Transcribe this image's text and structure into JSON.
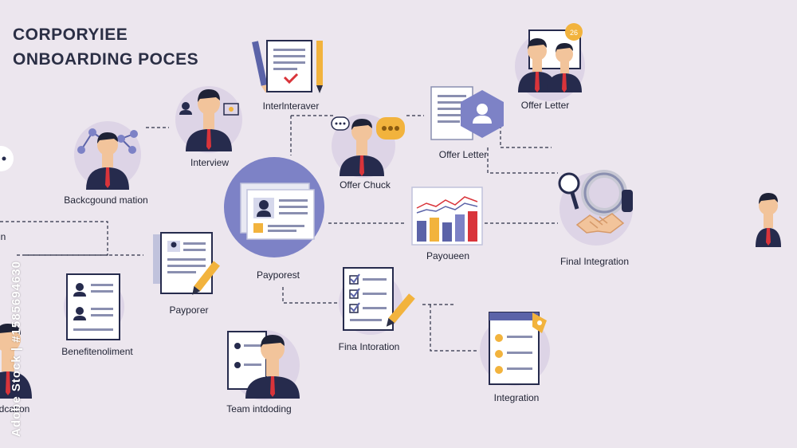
{
  "title": {
    "line1": "CORPORYIEE",
    "line2": "ONBOARDING POCES"
  },
  "colors": {
    "background": "#ece6ee",
    "suit": "#262b4d",
    "skin": "#f2c49b",
    "hair": "#1e2236",
    "tie": "#d9343a",
    "accent_purple": "#7d82c6",
    "accent_yellow": "#f2b33d",
    "halo": "#ddd4e6"
  },
  "nodes": {
    "interview_caver": {
      "label": "Interlnteraver",
      "icon": "document-pencils-icon"
    },
    "offer_letter_top": {
      "label": "Offer Letter",
      "icon": "two-people-icon",
      "badge": "26"
    },
    "interview": {
      "label": "Interview",
      "icon": "person-icon"
    },
    "offer_letter_mid": {
      "label": "Offer Letter",
      "icon": "hexagon-person-icon"
    },
    "background_mation": {
      "label": "Backcgound mation",
      "icon": "network-person-icon"
    },
    "offer_chuck": {
      "label": "Offer Chuck",
      "icon": "chat-person-icon"
    },
    "final_integration": {
      "label": "Final Integration",
      "icon": "handshake-icon"
    },
    "left_edge": {
      "label": "n",
      "icon": "node-circle-icon"
    },
    "payporest": {
      "label": "Payporest",
      "icon": "profile-card-icon"
    },
    "payoueen": {
      "label": "Payoueen",
      "icon": "bar-chart-icon"
    },
    "payporer": {
      "label": "Paypoгer",
      "icon": "document-pencil-icon"
    },
    "benefit_enrollment": {
      "label": "Benefitenoliment",
      "icon": "list-document-icon"
    },
    "fina_intoration": {
      "label": "Fina Intoration",
      "icon": "checklist-pencil-icon"
    },
    "integration": {
      "label": "Integration",
      "icon": "browser-list-icon"
    },
    "education": {
      "label": "dcation",
      "icon": "person-icon"
    },
    "team_introducting": {
      "label": "Team intdoding",
      "icon": "person-card-icon"
    },
    "right_person": {
      "label": "",
      "icon": "person-icon"
    }
  },
  "watermark": "Adobe Stock | #1585694630"
}
